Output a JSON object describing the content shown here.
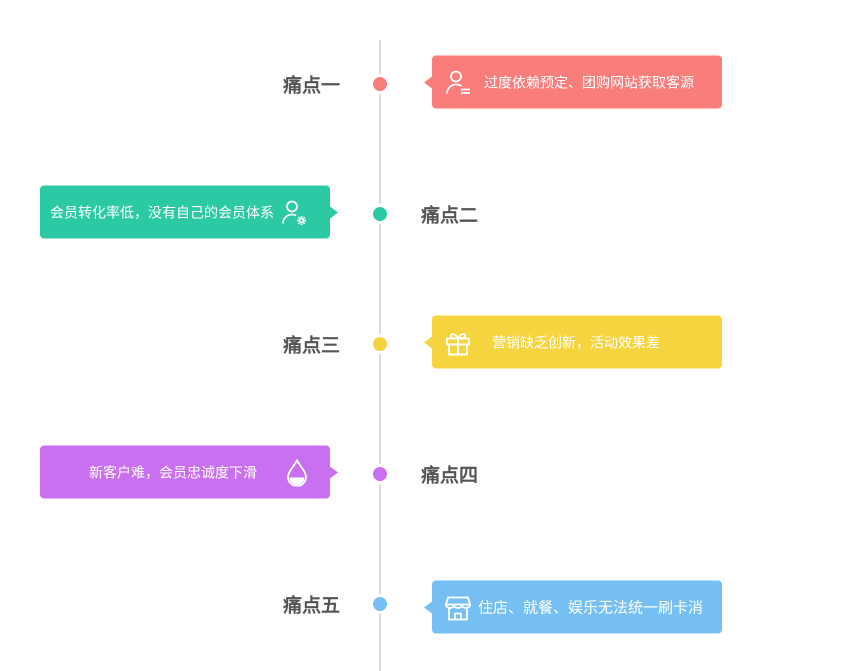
{
  "colors": {
    "pink": "#f97d7b",
    "teal": "#2cc9a5",
    "yellow": "#f6d440",
    "purple": "#c970f0",
    "blue": "#76bff2",
    "axis": "#dcdcdc",
    "label": "#555555"
  },
  "timeline": [
    {
      "label": "痛点一",
      "text": "过度依赖预定、团购网站获取客源",
      "icon": "user-list-icon",
      "side": "right",
      "color": "#f97d7b"
    },
    {
      "label": "痛点二",
      "text": "会员转化率低，没有自己的会员体系",
      "icon": "user-gear-icon",
      "side": "left",
      "color": "#2cc9a5"
    },
    {
      "label": "痛点三",
      "text": "营销缺乏创新，活动效果差",
      "icon": "gift-icon",
      "side": "right",
      "color": "#f6d440"
    },
    {
      "label": "痛点四",
      "text": "新客户难，会员忠诚度下滑",
      "icon": "water-drop-icon",
      "side": "left",
      "color": "#c970f0"
    },
    {
      "label": "痛点五",
      "text": "住店、就餐、娱乐无法统一刷卡消",
      "icon": "store-icon",
      "side": "right",
      "color": "#76bff2"
    }
  ]
}
